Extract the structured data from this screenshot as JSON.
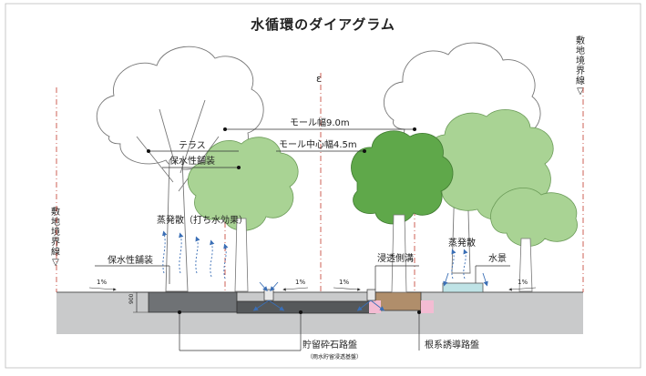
{
  "title": "水循環のダイアグラム",
  "boundary_label": "敷地境界線▽",
  "dimensions": {
    "mall_width": "モール幅9.0m",
    "mall_center_width": "モール中心幅4.5m",
    "depth": "900"
  },
  "labels": {
    "terrace": "テラス",
    "permeable_paving_top": "保水性舗装",
    "evaporation_watering": "蒸発散（打ち水効果）",
    "permeable_paving_left": "保水性舗装",
    "infiltration_gutter": "浸透側溝",
    "evaporation": "蒸発散",
    "water_feature": "水景",
    "storage_base": "貯留砕石路盤",
    "storage_base_note": "（雨水貯留浸透基盤）",
    "root_base": "根系誘導路盤"
  },
  "slopes": [
    "1%",
    "1%",
    "1%",
    "1%"
  ],
  "centerline_mark": "ε",
  "colors": {
    "ground": "#c9cacb",
    "storage": "#6f7275",
    "storage_dark": "#55585a",
    "root_soil": "#b08e6b",
    "pink": "#f3bcd3",
    "water": "#bfe3e6",
    "tree_light": "#a9d394",
    "tree_mid": "#93c47d",
    "tree_dark": "#5fa84a",
    "arrow": "#3b6fb6",
    "boundary_red": "#c0392b"
  }
}
